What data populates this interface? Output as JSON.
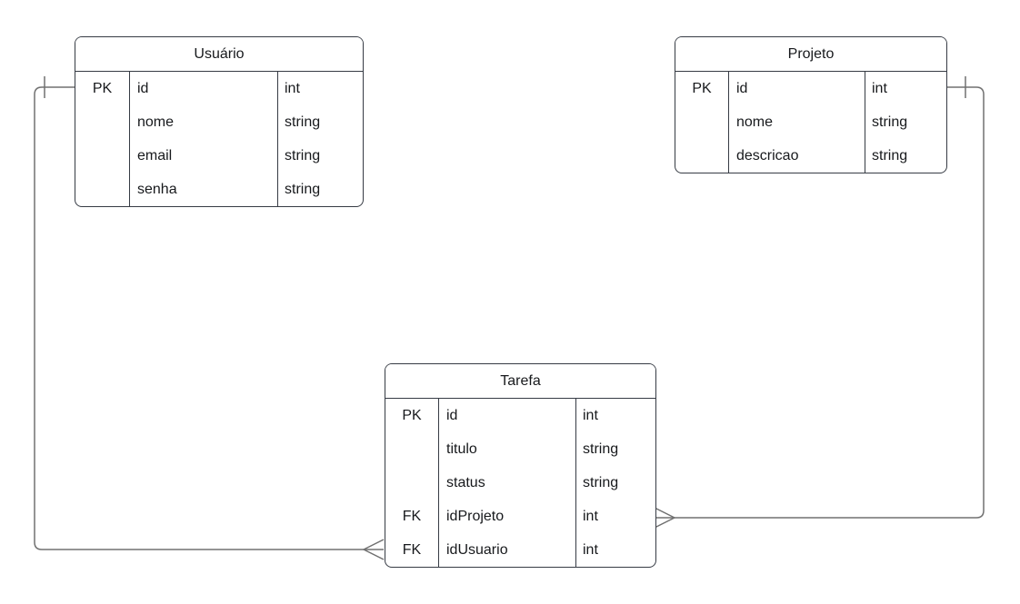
{
  "diagram": {
    "background_color": "#ffffff",
    "entity_border_color": "#363b44",
    "relation_line_color": "#707070",
    "text_color": "#17191c",
    "entities": {
      "usuario": {
        "title": "Usuário",
        "rows": [
          {
            "key": "PK",
            "name": "id",
            "type": "int"
          },
          {
            "key": "",
            "name": "nome",
            "type": "string"
          },
          {
            "key": "",
            "name": "email",
            "type": "string"
          },
          {
            "key": "",
            "name": "senha",
            "type": "string"
          }
        ]
      },
      "projeto": {
        "title": "Projeto",
        "rows": [
          {
            "key": "PK",
            "name": "id",
            "type": "int"
          },
          {
            "key": "",
            "name": "nome",
            "type": "string"
          },
          {
            "key": "",
            "name": "descricao",
            "type": "string"
          }
        ]
      },
      "tarefa": {
        "title": "Tarefa",
        "rows": [
          {
            "key": "PK",
            "name": "id",
            "type": "int"
          },
          {
            "key": "",
            "name": "titulo",
            "type": "string"
          },
          {
            "key": "",
            "name": "status",
            "type": "string"
          },
          {
            "key": "FK",
            "name": "idProjeto",
            "type": "int"
          },
          {
            "key": "FK",
            "name": "idUsuario",
            "type": "int"
          }
        ]
      }
    },
    "relations": [
      {
        "from": "Usuário",
        "to": "Tarefa",
        "cardinality": "one-to-many"
      },
      {
        "from": "Projeto",
        "to": "Tarefa",
        "cardinality": "one-to-many"
      }
    ]
  }
}
